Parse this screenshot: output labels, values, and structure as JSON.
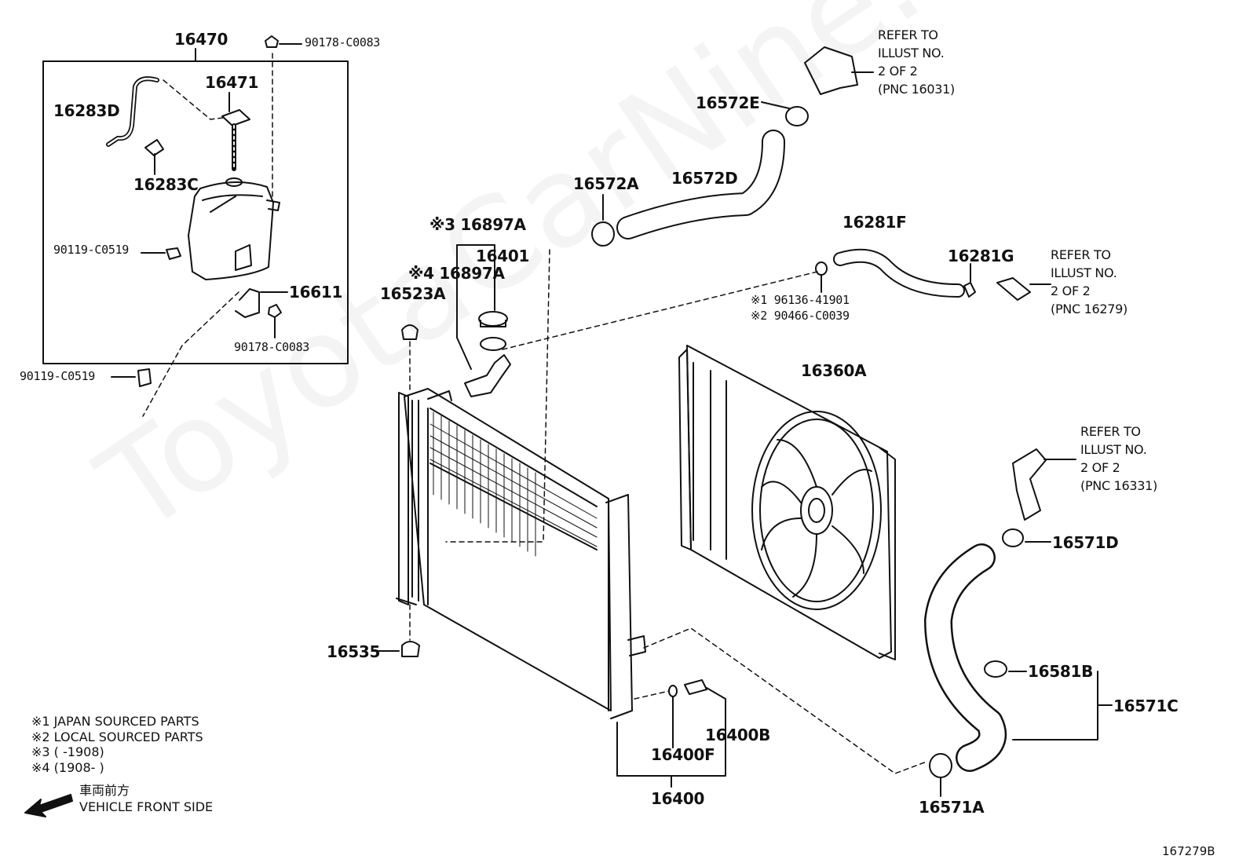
{
  "watermark": "ToyotaCarNine.ru",
  "diagram_code": "167279B",
  "parts": {
    "p16470": "16470",
    "p90178a": "90178-C0083",
    "p16471": "16471",
    "p16283D": "16283D",
    "p16283C": "16283C",
    "p90119a": "90119-C0519",
    "p16611": "16611",
    "p90178b": "90178-C0083",
    "p90119b": "90119-C0519",
    "p16572E": "16572E",
    "p16572A": "16572A",
    "p16572D": "16572D",
    "p16897A1": "※3 16897A",
    "p16401": "16401",
    "p16897A2": "※4 16897A",
    "p16523A": "16523A",
    "p16281F": "16281F",
    "p16281G": "16281G",
    "p96136": "※1 96136-41901",
    "p90466": "※2 90466-C0039",
    "p16360A": "16360A",
    "p16571D": "16571D",
    "p16535": "16535",
    "p16581B": "16581B",
    "p16571C": "16571C",
    "p16400B": "16400B",
    "p16400F": "16400F",
    "p16400": "16400",
    "p16571A": "16571A"
  },
  "refs": {
    "r1": "REFER TO\nILLUST NO.\n2 OF 2\n(PNC 16031)",
    "r2": "REFER TO\nILLUST NO.\n2 OF 2\n(PNC 16279)",
    "r3": "REFER TO\nILLUST NO.\n2 OF 2\n(PNC 16331)"
  },
  "notes": {
    "n1": "※1  JAPAN SOURCED PARTS",
    "n2": "※2  LOCAL SOURCED PARTS",
    "n3": "※3 (      -1908)",
    "n4": "※4 (1908-      )",
    "front_jp": "車両前方",
    "front_en": "VEHICLE FRONT SIDE"
  }
}
